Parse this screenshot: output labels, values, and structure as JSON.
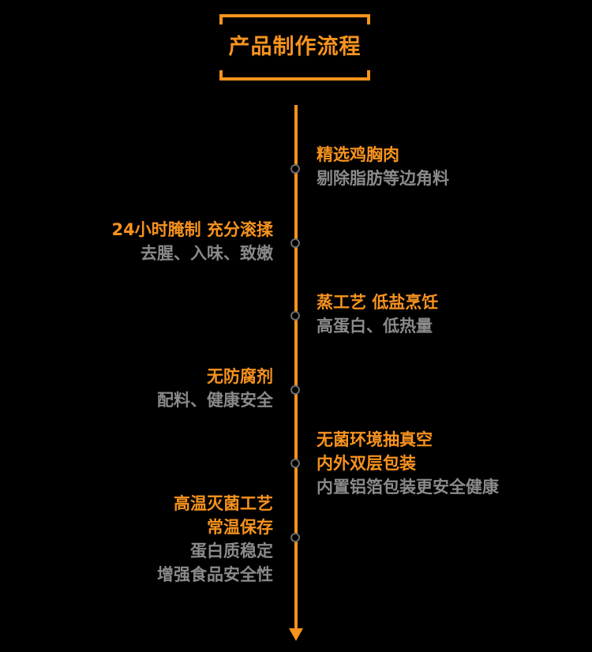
{
  "title": "产品制作流程",
  "steps": [
    {
      "side": "right",
      "headlines": [
        "精选鸡胸肉"
      ],
      "details": [
        "剔除脂肪等边角料"
      ]
    },
    {
      "side": "left",
      "headlines": [
        "24小时腌制 充分滚揉"
      ],
      "details": [
        "去腥、入味、致嫩"
      ]
    },
    {
      "side": "right",
      "headlines": [
        "蒸工艺 低盐烹饪"
      ],
      "details": [
        "高蛋白、低热量"
      ]
    },
    {
      "side": "left",
      "headlines": [
        "无防腐剂"
      ],
      "details": [
        "配料、健康安全"
      ]
    },
    {
      "side": "right",
      "headlines": [
        "无菌环境抽真空",
        "内外双层包装"
      ],
      "details": [
        "内置铝箔包装更安全健康"
      ]
    },
    {
      "side": "left",
      "headlines": [
        "高温灭菌工艺",
        "常温保存"
      ],
      "details": [
        "蛋白质稳定",
        "增强食品安全性"
      ]
    }
  ],
  "colors": {
    "accent": "#f7931e",
    "secondary_text": "#8a8a8a",
    "background": "#000000",
    "node": "#6b6b6b"
  },
  "icons": {
    "timeline_end": "arrow-down-icon",
    "step_marker": "timeline-node-icon"
  }
}
